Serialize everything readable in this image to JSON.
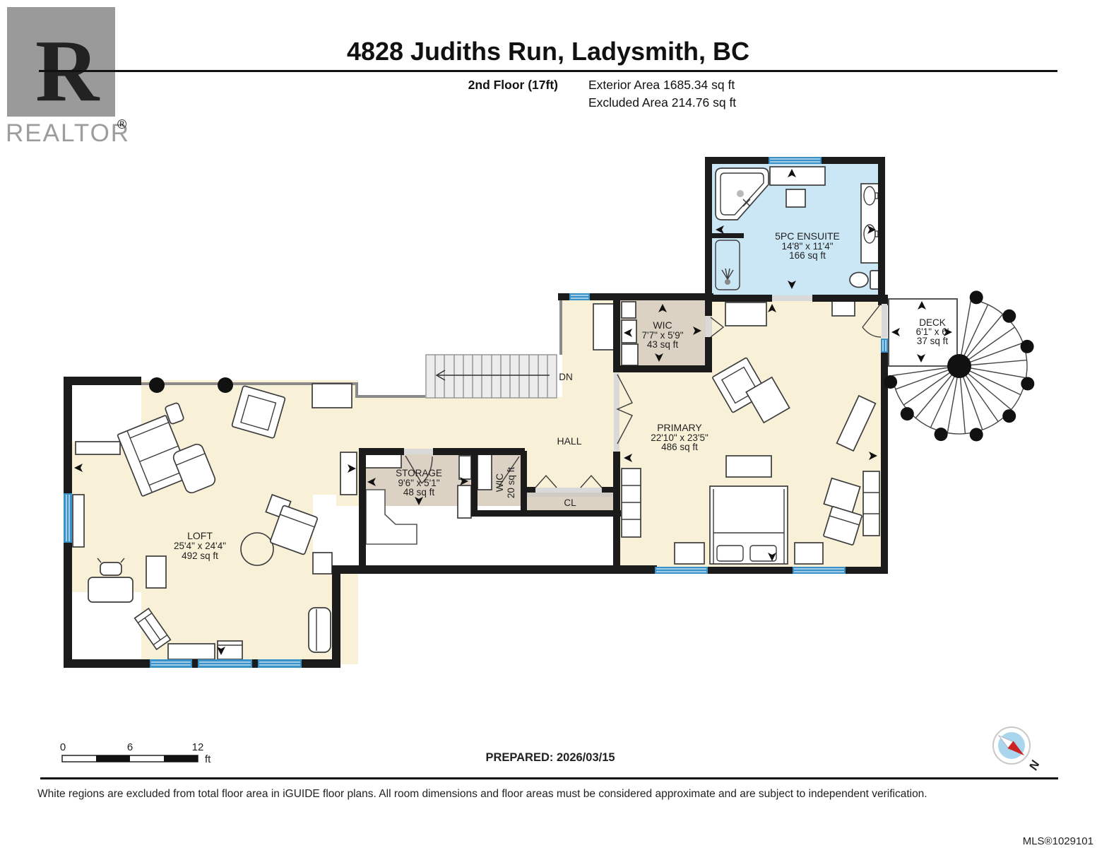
{
  "header": {
    "title": "4828 Judiths Run, Ladysmith, BC",
    "floor": "2nd Floor (17ft)",
    "exterior": "Exterior Area 1685.34 sq ft",
    "excluded": "Excluded Area 214.76 sq ft"
  },
  "logo": {
    "letter": "R",
    "brand": "REALTOR",
    "reg": "®"
  },
  "rooms": {
    "ensuite": {
      "name": "5PC ENSUITE",
      "dims": "14'8\" x 11'4\"",
      "area": "166 sq ft"
    },
    "wic": {
      "name": "WIC",
      "dims": "7'7\" x 5'9\"",
      "area": "43 sq ft"
    },
    "primary": {
      "name": "PRIMARY",
      "dims": "22'10\" x 23'5\"",
      "area": "486 sq ft"
    },
    "deck": {
      "name": "DECK",
      "dims": "6'1\" x 6'",
      "area": "37 sq ft"
    },
    "loft": {
      "name": "LOFT",
      "dims": "25'4\" x 24'4\"",
      "area": "492 sq ft"
    },
    "storage": {
      "name": "STORAGE",
      "dims": "9'6\" x 5'1\"",
      "area": "48 sq ft"
    },
    "wic_small": {
      "name": "WIC",
      "area": "20 sq ft"
    },
    "hall": {
      "name": "HALL"
    },
    "closet": {
      "name": "CL"
    },
    "stairs_label": "DN"
  },
  "scale": {
    "zero": "0",
    "six": "6",
    "twelve": "12",
    "unit": "ft"
  },
  "compass": {
    "north": "N"
  },
  "footer": {
    "prepared": "PREPARED: 2026/03/15",
    "disclaimer": "White regions are excluded from total floor area in iGUIDE floor plans. All room dimensions and floor areas must be considered approximate and are subject to independent verification.",
    "mls": "MLS®1029101"
  },
  "colors": {
    "wall": "#1b1b1b",
    "floor": "#f8f1d8",
    "tan": "#dcd2c3",
    "ensuite": "#cbe6f5",
    "window": "#3b92c9"
  }
}
